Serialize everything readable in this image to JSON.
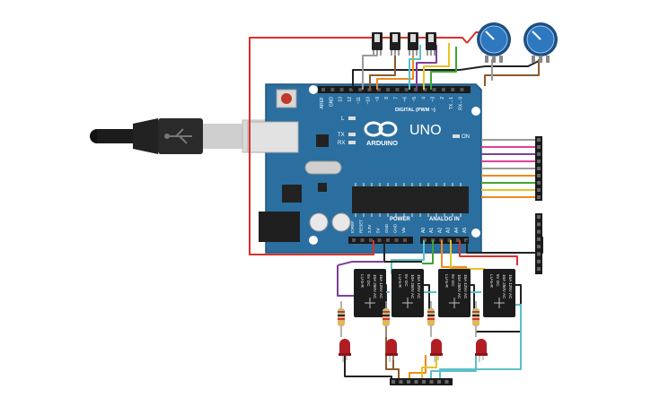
{
  "board": {
    "brand": "ARDUINO",
    "model": "UNO",
    "on_label": "ON",
    "led_labels": [
      "L",
      "TX",
      "RX"
    ],
    "digital_section": "DIGITAL (PWM ~)",
    "digital_pins": [
      "AREF",
      "GND",
      "13",
      "12",
      "~11",
      "~10",
      "~9",
      "8",
      "7",
      "~6",
      "~5",
      "4",
      "~3",
      "2",
      "TX→1",
      "RX←0"
    ],
    "power_section": "POWER",
    "power_pins": [
      "IOREF",
      "RESET",
      "3.3V",
      "5V",
      "GND",
      "GND",
      "Vin"
    ],
    "analog_section": "ANALOG IN",
    "analog_pins": [
      "A0",
      "A1",
      "A2",
      "A3",
      "A4",
      "A5"
    ]
  },
  "relays": [
    {
      "lines": [
        "LU-5-R",
        "5V DC",
        "10A 250V AC",
        "15A 125V AC"
      ]
    },
    {
      "lines": [
        "LU-5-R",
        "5V DC",
        "10A 250V AC",
        "15A 125V AC"
      ]
    },
    {
      "lines": [
        "LU-5-R",
        "5V DC",
        "10A 250V AC",
        "15A 125V AC"
      ]
    },
    {
      "lines": [
        "LU-5-R",
        "5V DC",
        "10A 250V AC",
        "15A 125V AC"
      ]
    }
  ],
  "components": {
    "slide_switches": 4,
    "potentiometers": 2,
    "leds": 4,
    "resistors": 4,
    "headers": 3
  },
  "colors": {
    "board": "#2B6FA0",
    "board_dark": "#1E5580",
    "header": "#1a1a1a",
    "wire_red": "#D9312B",
    "wire_black": "#222222",
    "wire_orange": "#F08A1D",
    "wire_yellow": "#E6C229",
    "wire_green": "#3FA535",
    "wire_purple": "#7E3F98",
    "wire_cyan": "#5BC0C8",
    "wire_brown": "#8B5A2B",
    "wire_grey": "#9A9A9A",
    "wire_pink": "#E0409A",
    "led_red": "#B01E24",
    "pot_blue": "#2E78C0"
  }
}
